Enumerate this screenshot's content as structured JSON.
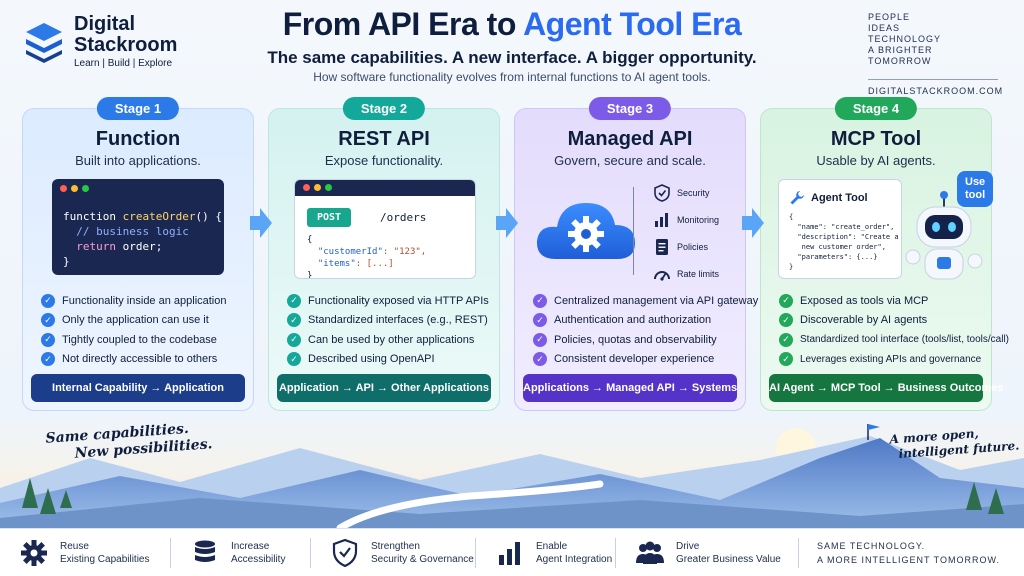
{
  "brand": {
    "line1": "Digital",
    "line2": "Stackroom",
    "tagline": "Learn | Build | Explore"
  },
  "header": {
    "title_part1": "From API Era to ",
    "title_part2": "Agent Tool Era",
    "subtitle": "The same capabilities. A new interface. A bigger opportunity.",
    "tagline": "How software functionality evolves from internal functions to AI agent tools."
  },
  "people": {
    "lines": [
      "PEOPLE",
      "IDEAS",
      "TECHNOLOGY",
      "A BRIGHTER TOMORROW"
    ],
    "site": "DIGITALSTACKROOM.COM"
  },
  "stages": [
    {
      "label": "Stage 1",
      "title": "Function",
      "subtitle": "Built into applications.",
      "checks": [
        "Functionality inside an application",
        "Only the application can use it",
        "Tightly coupled to the codebase",
        "Not directly accessible to others"
      ],
      "footer": "Internal Capability → Application"
    },
    {
      "label": "Stage 2",
      "title": "REST API",
      "subtitle": "Expose functionality.",
      "checks": [
        "Functionality exposed via HTTP APIs",
        "Standardized interfaces (e.g., REST)",
        "Can be used by other applications",
        "Described using OpenAPI"
      ],
      "footer": "Application → API → Other Applications"
    },
    {
      "label": "Stage 3",
      "title": "Managed API",
      "subtitle": "Govern, secure and scale.",
      "checks": [
        "Centralized management via API gateway",
        "Authentication and authorization",
        "Policies, quotas and observability",
        "Consistent developer experience"
      ],
      "footer": "Applications → Managed API → Systems"
    },
    {
      "label": "Stage 4",
      "title": "MCP Tool",
      "subtitle": "Usable by AI agents.",
      "checks": [
        "Exposed as tools via MCP",
        "Discoverable by AI agents",
        "Standardized tool interface (tools/list, tools/call)",
        "Leverages existing APIs and governance"
      ],
      "footer": "AI Agent → MCP Tool → Business Outcomes"
    }
  ],
  "code1": {
    "l1a": "function ",
    "l1b": "createOrder",
    "l1c": "() {",
    "l2": "  // business logic",
    "l3a": "  return",
    "l3b": " order;",
    "l4": "}"
  },
  "code2": {
    "method": "POST",
    "path": "/orders",
    "l1": "{",
    "l2k": "  \"customerId\"",
    "l2v": ": \"123\",",
    "l3k": "  \"items\"",
    "l3v": ": [...]",
    "l4": "}"
  },
  "managed": {
    "items": [
      "Security",
      "Monitoring",
      "Policies",
      "Rate limits"
    ]
  },
  "agent": {
    "title": "Agent Tool",
    "json": "{\n  \"name\": \"create_order\",\n  \"description\": \"Create a\n   new customer order\",\n  \"parameters\": {...}\n}",
    "bubble1": "Use",
    "bubble2": "tool"
  },
  "slogans": {
    "left1": "Same capabilities.",
    "left2": "New possibilities.",
    "right1": "A more open,",
    "right2": "intelligent future."
  },
  "bottom": {
    "items": [
      {
        "l1": "Reuse",
        "l2": "Existing Capabilities",
        "icon": "gear-icon"
      },
      {
        "l1": "Increase",
        "l2": "Accessibility",
        "icon": "database-icon"
      },
      {
        "l1": "Strengthen",
        "l2": "Security & Governance",
        "icon": "shield-icon"
      },
      {
        "l1": "Enable",
        "l2": "Agent Integration",
        "icon": "bar-chart-icon"
      },
      {
        "l1": "Drive",
        "l2": "Greater Business Value",
        "icon": "people-icon"
      }
    ],
    "final1": "SAME TECHNOLOGY.",
    "final2": "A MORE INTELLIGENT TOMORROW."
  },
  "colors": {
    "stage1": "#2b7ae8",
    "stage2": "#14a89a",
    "stage3": "#7b5be8",
    "stage4": "#22a85a",
    "title_accent": "#2a6bf2",
    "navy": "#0f1e3d"
  }
}
